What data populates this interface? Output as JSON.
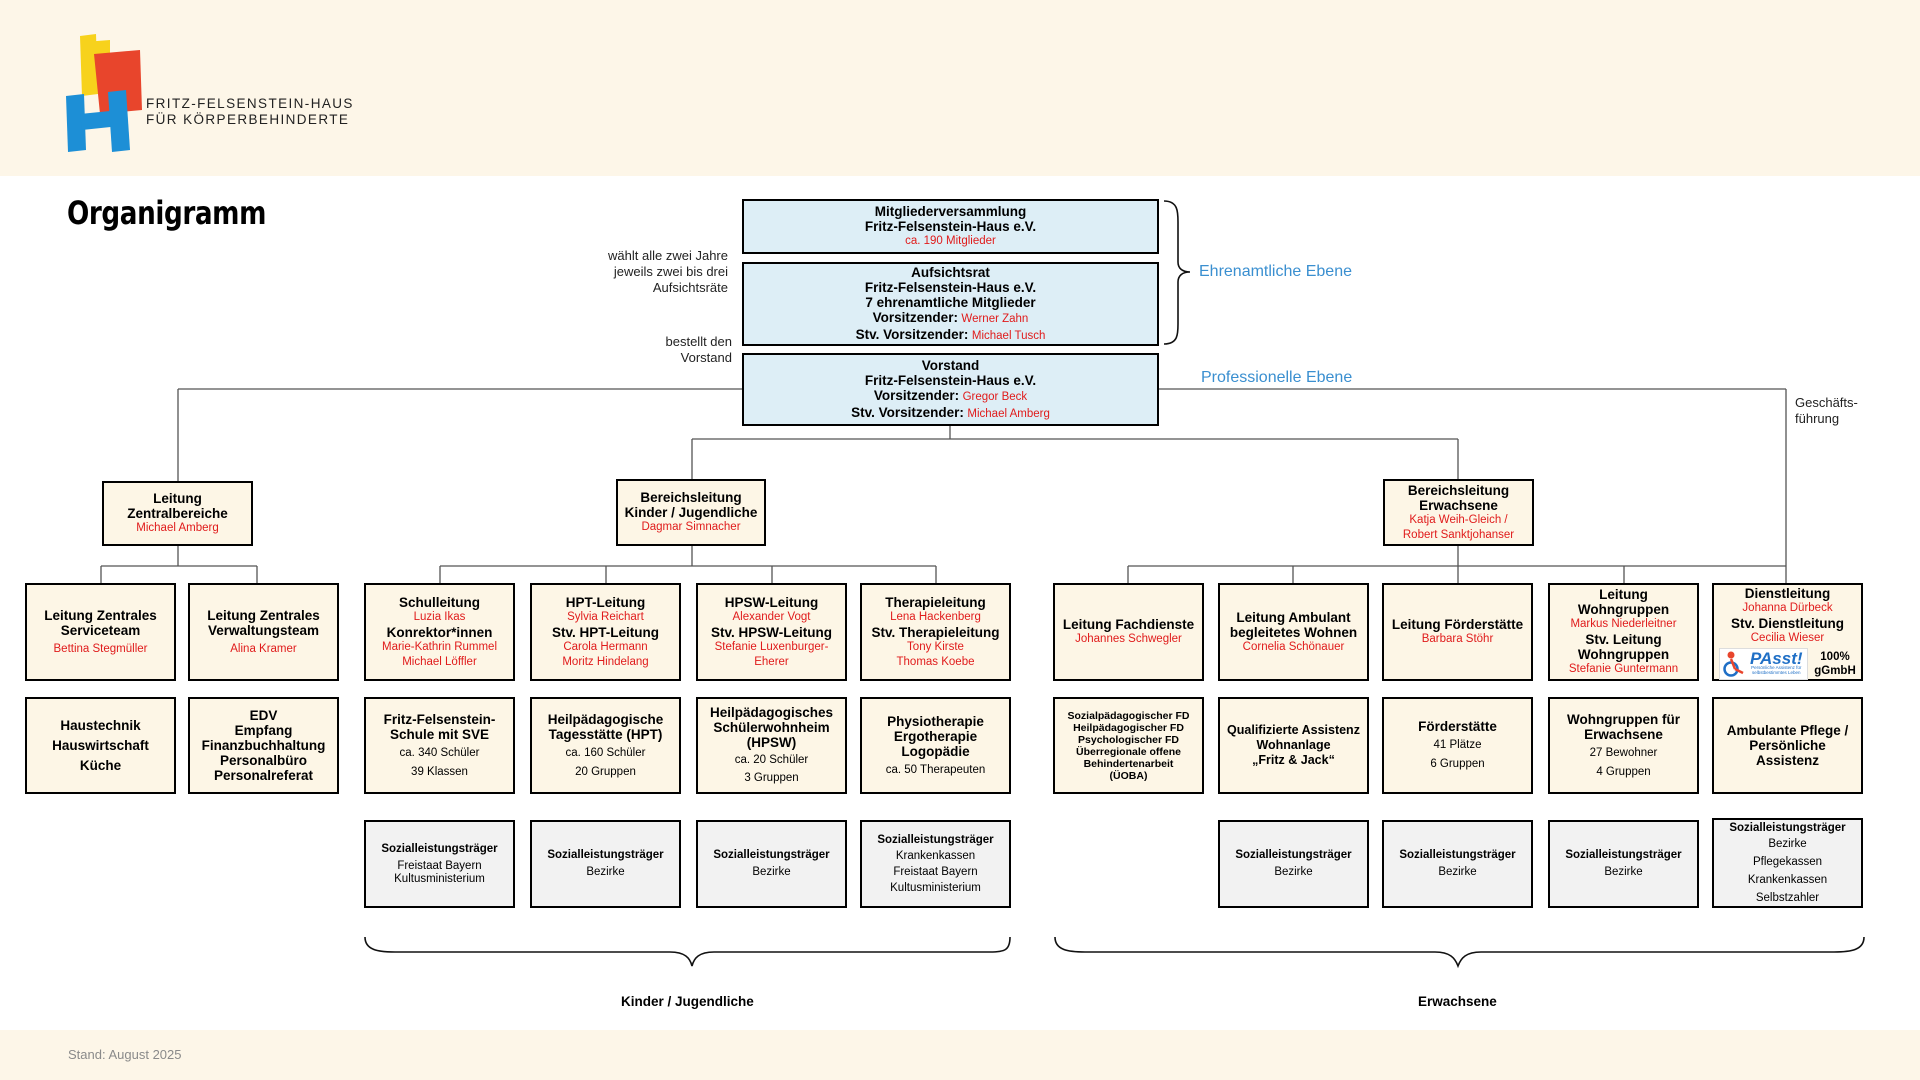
{
  "logo": {
    "line1": "FRITZ-FELSENSTEIN-HAUS",
    "line2": "FÜR KÖRPERBEHINDERTE"
  },
  "page_title": "Organigramm",
  "footer": {
    "stand": "Stand: August 2025"
  },
  "labels": {
    "ehrenamtliche_ebene": "Ehrenamtliche Ebene",
    "professionelle_ebene": "Professionelle Ebene",
    "waehlt": [
      "wählt alle zwei Jahre",
      "jeweils zwei bis drei",
      "Aufsichtsräte"
    ],
    "bestellt": [
      "bestellt den",
      "Vorstand"
    ],
    "geschaeftsfuehrung": [
      "Geschäfts-",
      "führung"
    ],
    "kinder_jugendliche": "Kinder / Jugendliche",
    "erwachsene": "Erwachsene"
  },
  "mitgliederversammlung": {
    "title1": "Mitgliederversammlung",
    "title2": "Fritz-Felsenstein-Haus e.V.",
    "members": "ca. 190 Mitglieder"
  },
  "aufsichtsrat": {
    "title1": "Aufsichtsrat",
    "title2": "Fritz-Felsenstein-Haus e.V.",
    "title3": "7 ehrenamtliche Mitglieder",
    "chair_label": "Vorsitzender:",
    "chair": "Werner Zahn",
    "vice_label": "Stv. Vorsitzender:",
    "vice": "Michael Tusch"
  },
  "vorstand": {
    "title1": "Vorstand",
    "title2": "Fritz-Felsenstein-Haus e.V.",
    "chair_label": "Vorsitzender:",
    "chair": "Gregor Beck",
    "vice_label": "Stv. Vorsitzender:",
    "vice": "Michael Amberg"
  },
  "zentral": {
    "title1": "Leitung",
    "title2": "Zentralbereiche",
    "name": "Michael Amberg"
  },
  "kinder_leitung": {
    "title1": "Bereichsleitung",
    "title2": "Kinder / Jugendliche",
    "name": "Dagmar Simnacher"
  },
  "erw_leitung": {
    "title1": "Bereichsleitung",
    "title2": "Erwachsene",
    "name1": "Katja Weih-Gleich /",
    "name2": "Robert Sanktjohanser"
  },
  "serviceteam": {
    "title1": "Leitung Zentrales",
    "title2": "Serviceteam",
    "name": "Bettina Stegmüller"
  },
  "verwaltungsteam": {
    "title1": "Leitung Zentrales",
    "title2": "Verwaltungsteam",
    "name": "Alina Kramer"
  },
  "haustechnik": {
    "l1": "Haustechnik",
    "l2": "Hauswirtschaft",
    "l3": "Küche"
  },
  "edv": {
    "l1": "EDV",
    "l2": "Empfang",
    "l3": "Finanzbuchhaltung",
    "l4": "Personalbüro",
    "l5": "Personalreferat"
  },
  "schulleitung": {
    "t1": "Schulleitung",
    "n1": "Luzia Ikas",
    "t2": "Konrektor*innen",
    "n2": "Marie-Kathrin Rummel",
    "n3": "Michael Löffler"
  },
  "hpt_leitung": {
    "t1": "HPT-Leitung",
    "n1": "Sylvia Reichart",
    "t2": "Stv. HPT-Leitung",
    "n2": "Carola Hermann",
    "n3": "Moritz Hindelang"
  },
  "hpsw_leitung": {
    "t1": "HPSW-Leitung",
    "n1": "Alexander Vogt",
    "t2": "Stv. HPSW-Leitung",
    "n2": "Stefanie Luxenburger-",
    "n3": "Eherer"
  },
  "therapie_leitung": {
    "t1": "Therapieleitung",
    "n1": "Lena Hackenberg",
    "t2": "Stv. Therapieleitung",
    "n2": "Tony Kirste",
    "n3": "Thomas Koebe"
  },
  "fachdienste": {
    "t1": "Leitung Fachdienste",
    "n1": "Johannes Schwegler"
  },
  "ambulant": {
    "t1": "Leitung Ambulant",
    "t2": "begleitetes Wohnen",
    "n1": "Cornelia Schönauer"
  },
  "foerderstaette_leitung": {
    "t1": "Leitung Förderstätte",
    "n1": "Barbara Stöhr"
  },
  "wohngruppen_leitung": {
    "t1": "Leitung",
    "t2": "Wohngruppen",
    "n1": "Markus Niederleitner",
    "t3": "Stv. Leitung",
    "t4": "Wohngruppen",
    "n2": "Stefanie Guntermann"
  },
  "dienstleitung": {
    "t1": "Dienstleitung",
    "n1": "Johanna Dürbeck",
    "t2": "Stv. Dienstleitung",
    "n2": "Cecilia Wieser",
    "passt": "PAsst!",
    "passt_tiny": "Persönliche Assistenz für selbstbestimmtes Leben",
    "gmbh1": "100%",
    "gmbh2": "gGmbH"
  },
  "schule": {
    "t1": "Fritz-Felsenstein-",
    "t2": "Schule mit SVE",
    "d1": "ca. 340 Schüler",
    "d2": "39 Klassen"
  },
  "hpt": {
    "t1": "Heilpädagogische",
    "t2": "Tagesstätte (HPT)",
    "d1": "ca. 160 Schüler",
    "d2": "20 Gruppen"
  },
  "hpsw": {
    "t1": "Heilpädagogisches",
    "t2": "Schülerwohnheim",
    "t3": "(HPSW)",
    "d1": "ca. 20 Schüler",
    "d2": "3 Gruppen"
  },
  "therapie": {
    "t1": "Physiotherapie",
    "t2": "Ergotherapie",
    "t3": "Logopädie",
    "d1": "ca. 50 Therapeuten"
  },
  "sozialdienste": {
    "l1": "Sozialpädagogischer FD",
    "l2": "Heilpädagogischer FD",
    "l3": "Psychologischer FD",
    "l4": "Überregionale offene",
    "l5": "Behindertenarbeit",
    "l6": "(ÜOBA)"
  },
  "assistenz": {
    "t1": "Qualifizierte Assistenz",
    "t2": "Wohnanlage",
    "t3": "„Fritz & Jack“"
  },
  "foerderstaette": {
    "t1": "Förderstätte",
    "d1": "41 Plätze",
    "d2": "6 Gruppen"
  },
  "wohngruppen": {
    "t1": "Wohngruppen für",
    "t2": "Erwachsene",
    "d1": "27 Bewohner",
    "d2": "4 Gruppen"
  },
  "pflege": {
    "t1": "Ambulante Pflege /",
    "t2": "Persönliche",
    "t3": "Assistenz"
  },
  "traeger": {
    "title": "Sozialleistungsträger",
    "schule": [
      "Freistaat Bayern",
      "Kultusministerium"
    ],
    "hpt": [
      "Bezirke"
    ],
    "hpsw": [
      "Bezirke"
    ],
    "therapie": [
      "Krankenkassen",
      "Freistaat Bayern",
      "Kultusministerium"
    ],
    "ambulant": [
      "Bezirke"
    ],
    "foerder": [
      "Bezirke"
    ],
    "wohn": [
      "Bezirke"
    ],
    "pflege": [
      "Bezirke",
      "Pflegekassen",
      "Krankenkassen",
      "Selbstzahler"
    ]
  },
  "colors": {
    "accent_red": "#e01b1b",
    "accent_blue": "#3a8fd0",
    "box_blue": "#ddeef6",
    "box_cream": "#fdf6e6",
    "box_grey": "#f2f2f2",
    "band": "#fdf6e8",
    "logo_yellow": "#f7d21c",
    "logo_red": "#e8452c",
    "logo_blue": "#1d8fd6"
  }
}
